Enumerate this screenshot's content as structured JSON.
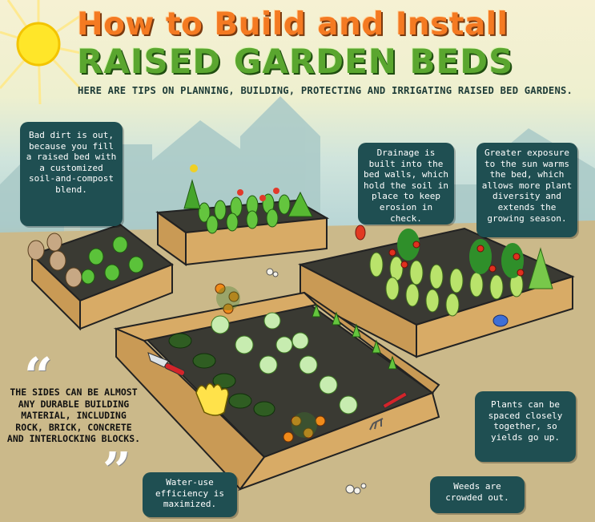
{
  "title": {
    "line1": "How to Build and Install",
    "line2": "RAISED GARDEN BEDS",
    "subtitle": "HERE ARE TIPS ON PLANNING, BUILDING, PROTECTING AND IRRIGATING RAISED BED GARDENS."
  },
  "tips": {
    "bad_dirt": "Bad dirt is out, because you fill a raised bed with a customized soil-and-compost blend.",
    "drainage": "Drainage is built into the bed walls, which hold the soil in place to keep erosion in check.",
    "sun": "Greater exposure to the sun warms the bed, which allows more plant diversity and extends the growing season.",
    "spacing": "Plants can be spaced closely together, so yields go up.",
    "water": "Water-use efficiency is maximized.",
    "weeds": "Weeds are crowded out."
  },
  "quote": {
    "open_mark": "“",
    "close_mark": "”",
    "text": "THE SIDES CAN BE ALMOST ANY DURABLE BUILDING MATERIAL, INCLUDING ROCK, BRICK, CONCRETE AND INTERLOCKING BLOCKS."
  },
  "colors": {
    "title_orange": "#f47a22",
    "title_green": "#5aa62f",
    "bubble_teal": "#1f4f52",
    "wood": "#c99a55",
    "soil": "#3a3a33",
    "ground": "#c9b889"
  },
  "icons": [
    "sun-icon",
    "trowel-icon",
    "garden-glove-icon",
    "hand-rake-icon"
  ]
}
